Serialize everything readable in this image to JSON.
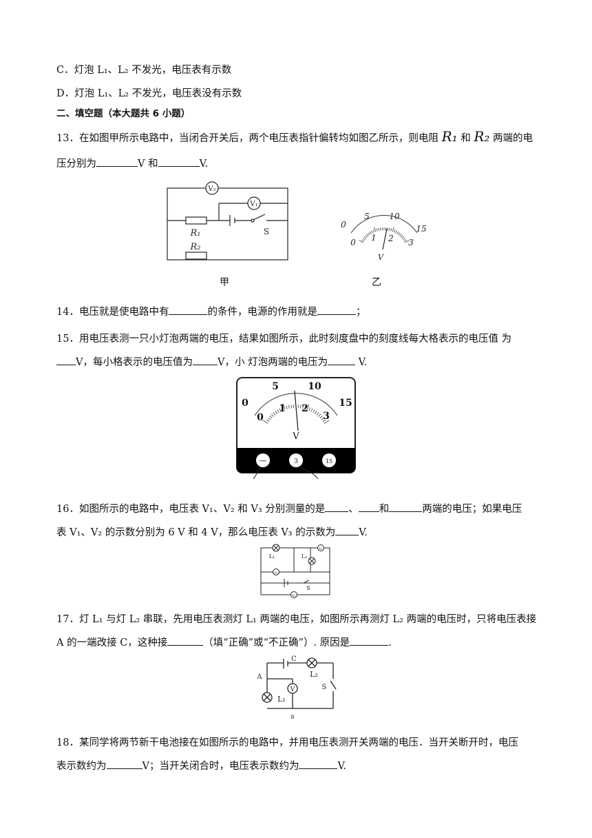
{
  "options": {
    "C": "C．灯泡 L₁、L₂ 不发光，电压表有示数",
    "D": "D．灯泡 L₁、L₂ 不发光，电压表没有示数"
  },
  "section2": {
    "heading": "二、填空题（本大题共 6 小题）"
  },
  "q13": {
    "number": "13．",
    "text_a": "在如图甲所示电路中，当闭合开关后，两个电压表指针偏转均如图乙所示，则电阻 ",
    "r1": "R₁",
    "and": "和 ",
    "r2": "R₂",
    "text_b": " 两端的电",
    "line2_a": "压分别为",
    "unit1": "V 和",
    "unit2": "V.",
    "fig_jia": "甲",
    "fig_yi": "乙",
    "labels": {
      "v1": "V₁",
      "v2": "V₂",
      "r1": "R₁",
      "r2": "R₂",
      "s": "S"
    },
    "dial": {
      "top": [
        "0",
        "5",
        "10",
        "15"
      ],
      "bottom": [
        "0",
        "1",
        "2",
        "3"
      ],
      "unit": "V"
    }
  },
  "q14": {
    "number": "14．",
    "text_a": "电压就是使电路中有",
    "text_b": "的条件，电源的作用就是",
    "text_c": "；"
  },
  "q15": {
    "number": "15．",
    "line1": "用电压表测一只小灯泡两端的电压，结果如图所示，此时刻度盘中的刻度线每大格表示的电压值  为",
    "line2_a": "V，每小格表示的电压值为",
    "line2_b": "V，小  灯泡两端的电压为",
    "line2_c": " V.",
    "meter": {
      "top": [
        "0",
        "5",
        "10",
        "15"
      ],
      "bottom": [
        "0",
        "1",
        "2",
        "3"
      ],
      "unit": "V",
      "terminals": [
        "—",
        "3",
        "15"
      ]
    }
  },
  "q16": {
    "number": "16．",
    "line1_a": "如图所示的电路中，电压表 V₁、V₂ 和 V₃ 分别测量的是",
    "sep1": "、",
    "sep2": "和",
    "line1_b": "两端的电压；如果电压",
    "line2_a": "表 V₁、V₂ 的示数分别为 6 V 和 4 V，那么电压表 V₃ 的示数为",
    "line2_b": "V.",
    "labels": {
      "l1": "L₁",
      "l2": "L₂",
      "s": "S",
      "v1": "V₁",
      "v2": "V₂",
      "v3": "V₃"
    }
  },
  "q17": {
    "number": "17．",
    "line1": "灯 L₁ 与灯 L₂ 串联，先用电压表测灯 L₁ 两端的电压，如图所示再测灯 L₂ 两端的电压时，只将电压表接",
    "line2_a": "A 的一端改接 C，这种接",
    "line2_b": "（填“正确”或“不正确”）. 原因是",
    "line2_c": ".",
    "labels": {
      "a": "A",
      "b": "B",
      "c": "C",
      "l1": "L₁",
      "l2": "L₂",
      "s": "S",
      "v": "V"
    }
  },
  "q18": {
    "number": "18．",
    "line1": "某同学将两节新干电池接在如图所示的电路中，并用电压表测开关两端的电压．当开关断开时，电压",
    "line2_a": "表示数约为",
    "line2_b": "V；当开关闭合时，电压表示数约为",
    "line2_c": "V."
  }
}
